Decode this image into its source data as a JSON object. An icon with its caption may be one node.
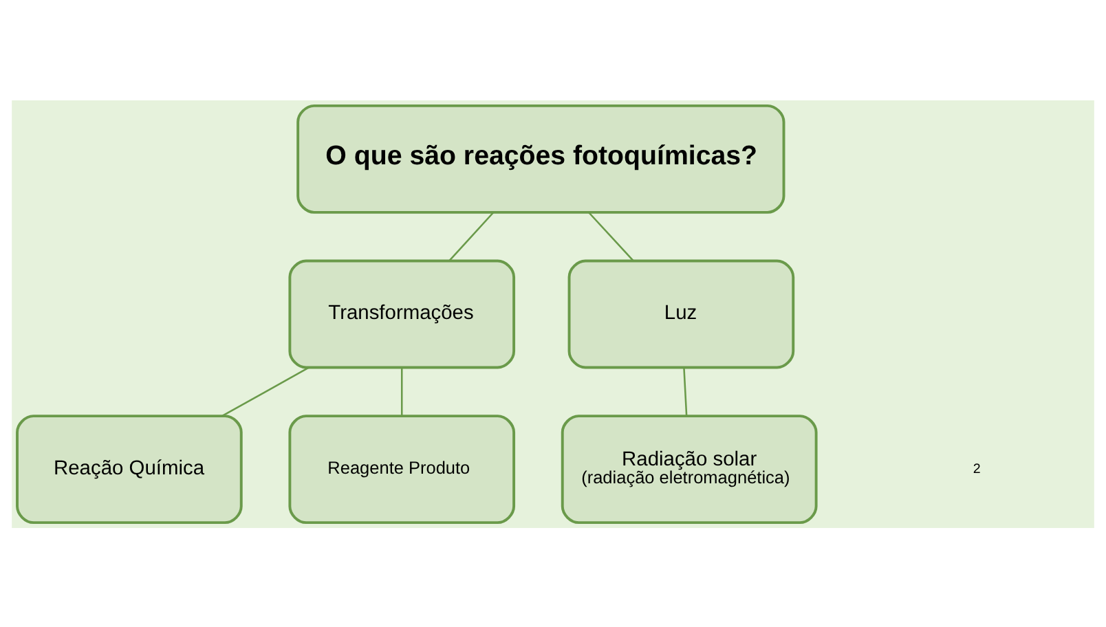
{
  "diagram": {
    "nodes": [
      {
        "text": [
          "O que são reações fotoquímicas?"
        ]
      },
      {
        "text": [
          "Transformações"
        ]
      },
      {
        "text": [
          "Luz"
        ]
      },
      {
        "text": [
          "Reação Química"
        ]
      },
      {
        "text": [
          "Reagente Produto"
        ]
      },
      {
        "text": [
          "Radiação solar",
          "(radiação eletromagnética)"
        ]
      }
    ],
    "edges": [
      {
        "from": 0,
        "to": 1,
        "arrow": "none"
      },
      {
        "from": 0,
        "to": 2,
        "arrow": "none"
      },
      {
        "from": 1,
        "to": 3,
        "arrow": "none"
      },
      {
        "from": 1,
        "to": 4,
        "arrow": "none"
      },
      {
        "from": 2,
        "to": 5,
        "arrow": "none"
      }
    ],
    "labels": [
      "2"
    ]
  }
}
